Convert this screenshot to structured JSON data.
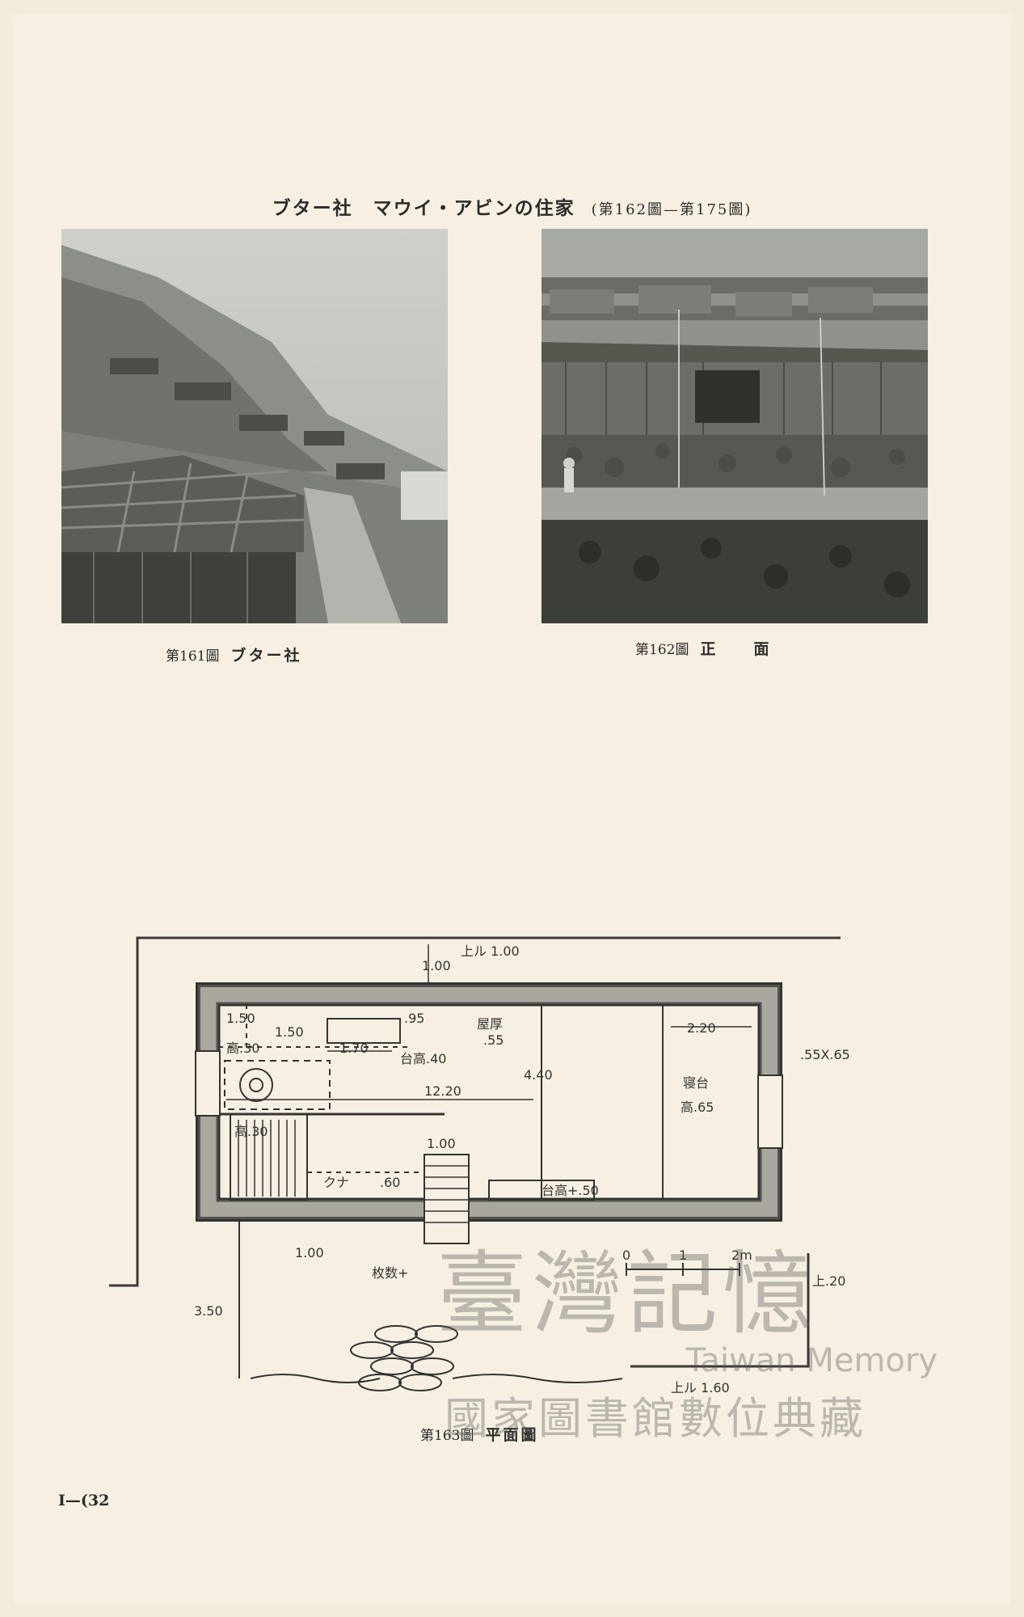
{
  "header": {
    "title": "ブター社　マウイ・アビンの住家",
    "range": "(第162圖—第175圖)"
  },
  "figures": {
    "fig161": {
      "number": "第161圖",
      "label": "ブター社"
    },
    "fig162": {
      "number": "第162圖",
      "label": "正　　面"
    },
    "fig163": {
      "number": "第163圖",
      "label": "平面圖"
    }
  },
  "plan_labels": {
    "top_offset": "1.00",
    "top_right": "上ル 1.00",
    "width_w": "1.50",
    "height_w": "高.30",
    "w150b": "1.50",
    "w170": "1.70",
    "h95": ".95",
    "shelf": "台高.40",
    "roof": "屋厚",
    "roof_v": ".55",
    "total_len": "12.20",
    "depth": "4.40",
    "w220": "2.20",
    "window": ".55X.65",
    "bed": "寝台",
    "bed_h": "高.65",
    "low": "高.30",
    "door": "1.00",
    "kuna": "クナ",
    "k60": ".60",
    "shelf2": "台高+.50",
    "bottom_offset": "1.00",
    "steps": "枚数+",
    "yard": "3.50",
    "scale0": "0",
    "scale1": "1",
    "scale2": "2m",
    "ue20": "上.20",
    "ue160": "上ル 1.60"
  },
  "page_number": "I—(32",
  "watermark": {
    "main": "臺灣記憶",
    "english": "Taiwan Memory",
    "sub": "國家圖書館數位典藏"
  }
}
